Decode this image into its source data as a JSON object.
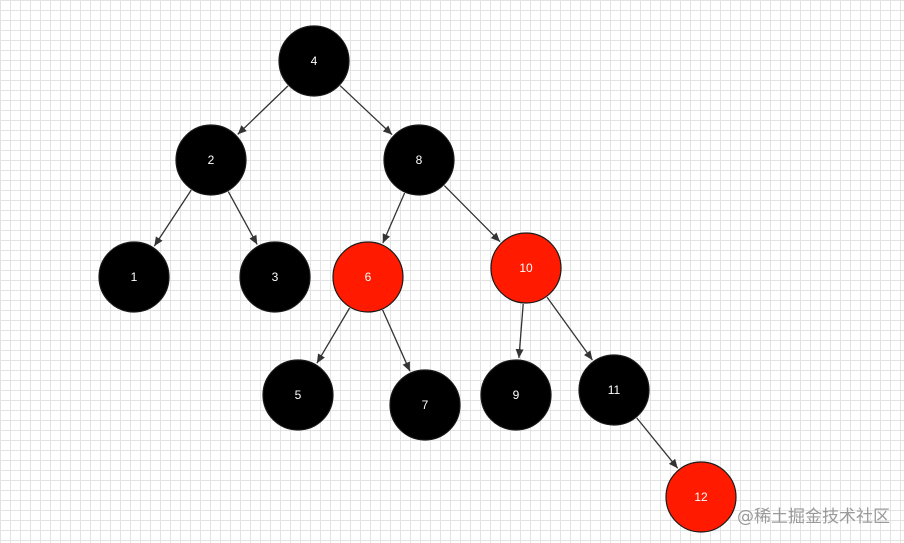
{
  "diagram": {
    "type": "binary-tree",
    "colors": {
      "black": "#000000",
      "red": "#ff1a00",
      "edge": "#333333",
      "label": "#ffffff"
    },
    "nodes": [
      {
        "id": "n4",
        "label": "4",
        "color": "black"
      },
      {
        "id": "n2",
        "label": "2",
        "color": "black"
      },
      {
        "id": "n8",
        "label": "8",
        "color": "black"
      },
      {
        "id": "n1",
        "label": "1",
        "color": "black"
      },
      {
        "id": "n3",
        "label": "3",
        "color": "black"
      },
      {
        "id": "n6",
        "label": "6",
        "color": "red"
      },
      {
        "id": "n10",
        "label": "10",
        "color": "red"
      },
      {
        "id": "n5",
        "label": "5",
        "color": "black"
      },
      {
        "id": "n7",
        "label": "7",
        "color": "black"
      },
      {
        "id": "n9",
        "label": "9",
        "color": "black"
      },
      {
        "id": "n11",
        "label": "11",
        "color": "black"
      },
      {
        "id": "n12",
        "label": "12",
        "color": "red"
      }
    ],
    "edges": [
      {
        "from": "n4",
        "to": "n2"
      },
      {
        "from": "n4",
        "to": "n8"
      },
      {
        "from": "n2",
        "to": "n1"
      },
      {
        "from": "n2",
        "to": "n3"
      },
      {
        "from": "n8",
        "to": "n6"
      },
      {
        "from": "n8",
        "to": "n10"
      },
      {
        "from": "n6",
        "to": "n5"
      },
      {
        "from": "n6",
        "to": "n7"
      },
      {
        "from": "n10",
        "to": "n9"
      },
      {
        "from": "n10",
        "to": "n11"
      },
      {
        "from": "n11",
        "to": "n12"
      }
    ]
  },
  "watermark": {
    "text": "@稀土掘金技术社区"
  }
}
